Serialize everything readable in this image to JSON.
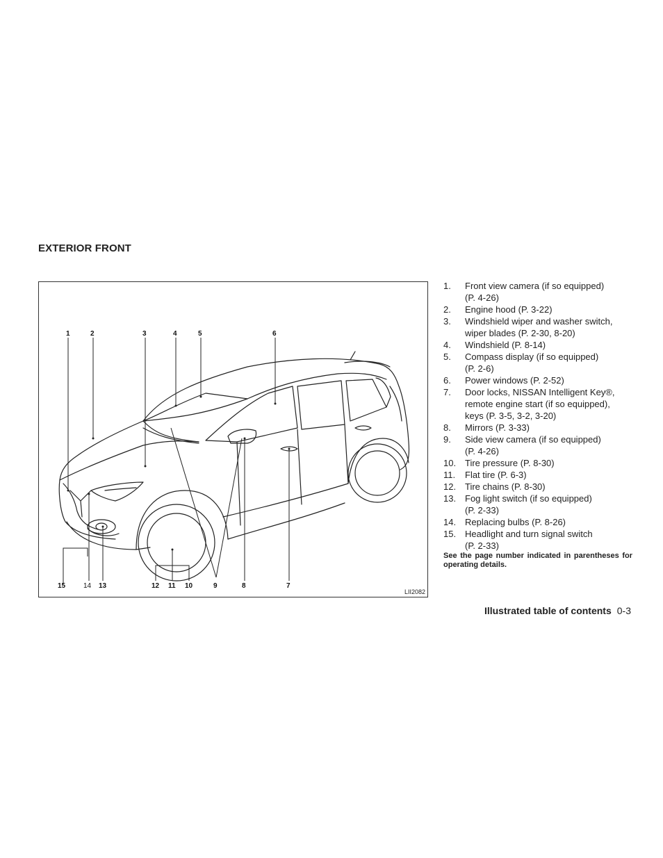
{
  "section_title": "EXTERIOR FRONT",
  "figure": {
    "id": "LII2082",
    "callouts": [
      "1",
      "2",
      "3",
      "4",
      "5",
      "6",
      "7",
      "8",
      "9",
      "10",
      "11",
      "12",
      "13",
      "14",
      "15"
    ]
  },
  "legend": [
    {
      "num": "1.",
      "lines": [
        "Front view camera (if so equipped)",
        "(P. 4-26)"
      ]
    },
    {
      "num": "2.",
      "lines": [
        "Engine hood (P. 3-22)"
      ]
    },
    {
      "num": "3.",
      "lines": [
        "Windshield wiper and washer switch,",
        "wiper blades (P. 2-30, 8-20)"
      ]
    },
    {
      "num": "4.",
      "lines": [
        "Windshield (P. 8-14)"
      ]
    },
    {
      "num": "5.",
      "lines": [
        "Compass display (if so equipped)",
        "(P. 2-6)"
      ]
    },
    {
      "num": "6.",
      "lines": [
        "Power windows (P. 2-52)"
      ]
    },
    {
      "num": "7.",
      "lines": [
        "Door locks, NISSAN Intelligent Key®,",
        "remote engine start (if so equipped),",
        "keys (P. 3-5, 3-2, 3-20)"
      ]
    },
    {
      "num": "8.",
      "lines": [
        "Mirrors (P. 3-33)"
      ]
    },
    {
      "num": "9.",
      "lines": [
        "Side view camera (if so equipped)",
        "(P. 4-26)"
      ]
    },
    {
      "num": "10.",
      "lines": [
        "Tire pressure (P. 8-30)"
      ]
    },
    {
      "num": "11.",
      "lines": [
        "Flat tire (P. 6-3)"
      ]
    },
    {
      "num": "12.",
      "lines": [
        "Tire chains (P. 8-30)"
      ]
    },
    {
      "num": "13.",
      "lines": [
        "Fog light switch (if so equipped)",
        "(P. 2-33)"
      ]
    },
    {
      "num": "14.",
      "lines": [
        "Replacing bulbs (P. 8-26)"
      ]
    },
    {
      "num": "15.",
      "lines": [
        "Headlight and turn signal switch",
        "(P. 2-33)"
      ]
    }
  ],
  "note": "See the page number indicated in parentheses for operating details.",
  "footer": {
    "section_name": "Illustrated table of contents",
    "page_number": "0-3"
  }
}
